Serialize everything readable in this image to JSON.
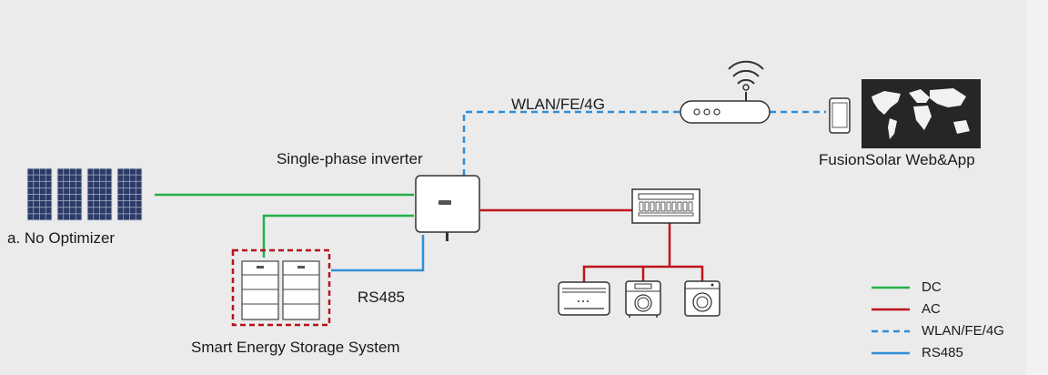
{
  "labels": {
    "network": "WLAN/FE/4G",
    "inverter": "Single-phase inverter",
    "fusionsolar": "FusionSolar Web&App",
    "pv": "a. No Optimizer",
    "rs485": "RS485",
    "storage": "Smart Energy Storage System"
  },
  "legend": [
    {
      "label": "DC",
      "color": "#22b04a",
      "style": "solid"
    },
    {
      "label": "AC",
      "color": "#c0141c",
      "style": "solid"
    },
    {
      "label": "WLAN/FE/4G",
      "color": "#2e8fd8",
      "style": "dashed"
    },
    {
      "label": "RS485",
      "color": "#2e8fd8",
      "style": "solid"
    }
  ],
  "colors": {
    "dc": "#22b04a",
    "ac": "#c0141c",
    "comm": "#2e8fd8",
    "device": "#333333"
  }
}
